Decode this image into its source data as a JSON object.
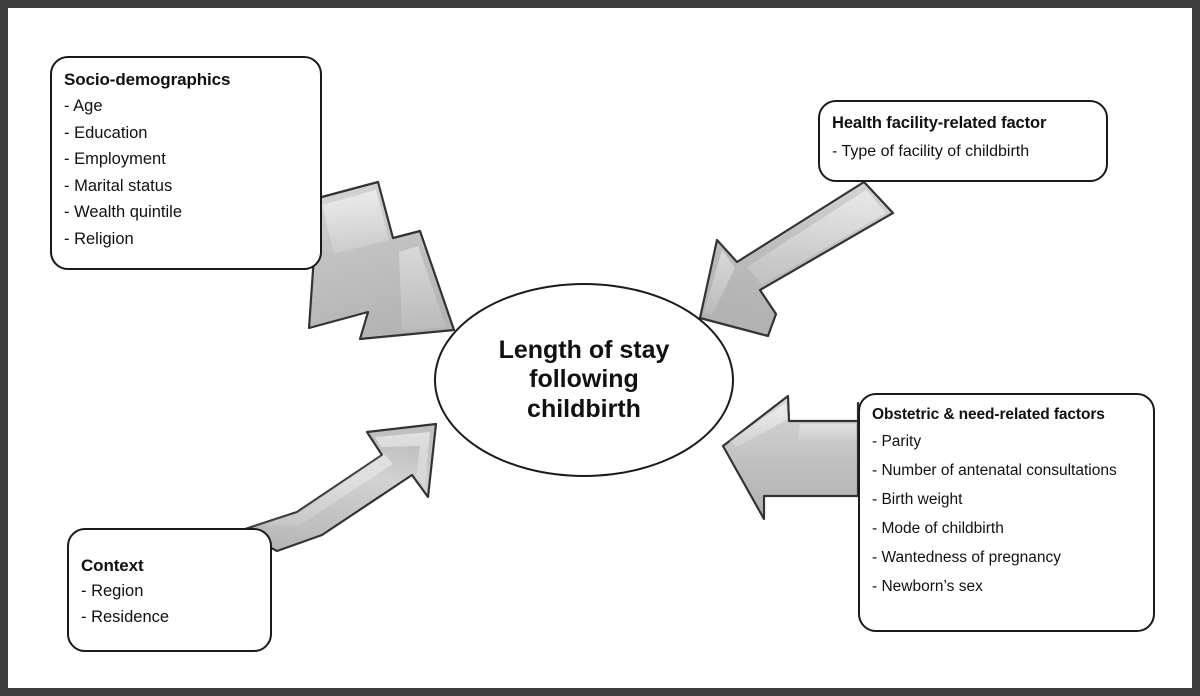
{
  "figure": {
    "type": "conceptual-framework-diagram",
    "border_color": "#3d3d3d",
    "background_color": "#ffffff",
    "arrow_fill_color": "#bfbfbf",
    "arrow_outline_color": "#333333",
    "node_outline_color": "#1a1a1a"
  },
  "center": {
    "label": "Length of stay\nfollowing\nchildbirth",
    "shape": "ellipse"
  },
  "boxes": {
    "socio": {
      "title": "Socio-demographics",
      "items": [
        "- Age",
        "- Education",
        "- Employment",
        "- Marital status",
        "- Wealth quintile",
        "- Religion"
      ]
    },
    "facility": {
      "title": "Health facility-related factor",
      "items": [
        "-  Type of facility of childbirth"
      ]
    },
    "obstetric": {
      "title": "Obstetric & need-related factors",
      "items": [
        "- Parity",
        "- Number of antenatal consultations",
        "- Birth weight",
        "- Mode of childbirth",
        "- Wantedness of pregnancy",
        "- Newborn’s sex"
      ]
    },
    "context": {
      "title": "Context",
      "items": [
        "- Region",
        "- Residence"
      ]
    }
  },
  "arrows": [
    {
      "name": "arrow-socio-to-center",
      "from": "socio",
      "to": "center",
      "direction": "down-right"
    },
    {
      "name": "arrow-facility-to-center",
      "from": "facility",
      "to": "center",
      "direction": "down-left"
    },
    {
      "name": "arrow-obstetric-to-center",
      "from": "obstetric",
      "to": "center",
      "direction": "left"
    },
    {
      "name": "arrow-context-to-center",
      "from": "context",
      "to": "center",
      "direction": "up-right"
    }
  ]
}
